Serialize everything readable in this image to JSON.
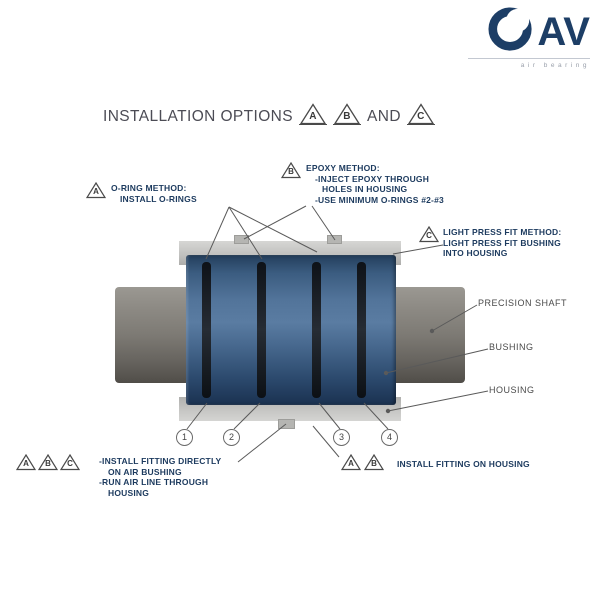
{
  "logo": {
    "brand": "AV",
    "tagline": "air bearing"
  },
  "title": {
    "text": "INSTALLATION OPTIONS",
    "and": "AND",
    "options": [
      "A",
      "B",
      "C"
    ]
  },
  "callout_a": {
    "marker": "A",
    "lines": [
      "O-RING METHOD:",
      "INSTALL O-RINGS"
    ]
  },
  "callout_b": {
    "marker": "B",
    "lines": [
      "EPOXY METHOD:",
      "-INJECT EPOXY THROUGH",
      "HOLES IN HOUSING",
      "-USE MINIMUM O-RINGS #2-#3"
    ]
  },
  "callout_c": {
    "marker": "C",
    "lines": [
      "LIGHT PRESS FIT METHOD:",
      "LIGHT PRESS FIT BUSHING",
      "INTO HOUSING"
    ]
  },
  "part_labels": {
    "shaft": "PRECISION SHAFT",
    "bushing": "BUSHING",
    "housing": "HOUSING"
  },
  "balloons": [
    "1",
    "2",
    "3",
    "4"
  ],
  "note_left": {
    "markers": [
      "A",
      "B",
      "C"
    ],
    "lines": [
      "-INSTALL FITTING DIRECTLY",
      "ON AIR BUSHING",
      "-RUN AIR LINE THROUGH",
      "HOUSING"
    ]
  },
  "note_right": {
    "markers": [
      "A",
      "B"
    ],
    "text": "INSTALL FITTING ON HOUSING"
  },
  "colors": {
    "navy": "#1d3e66",
    "note_text": "#1c3a5e",
    "bushing_blue": "#3b5c80",
    "shaft_gray": "#7d7a74",
    "housing_gray": "#c2c2c0"
  }
}
